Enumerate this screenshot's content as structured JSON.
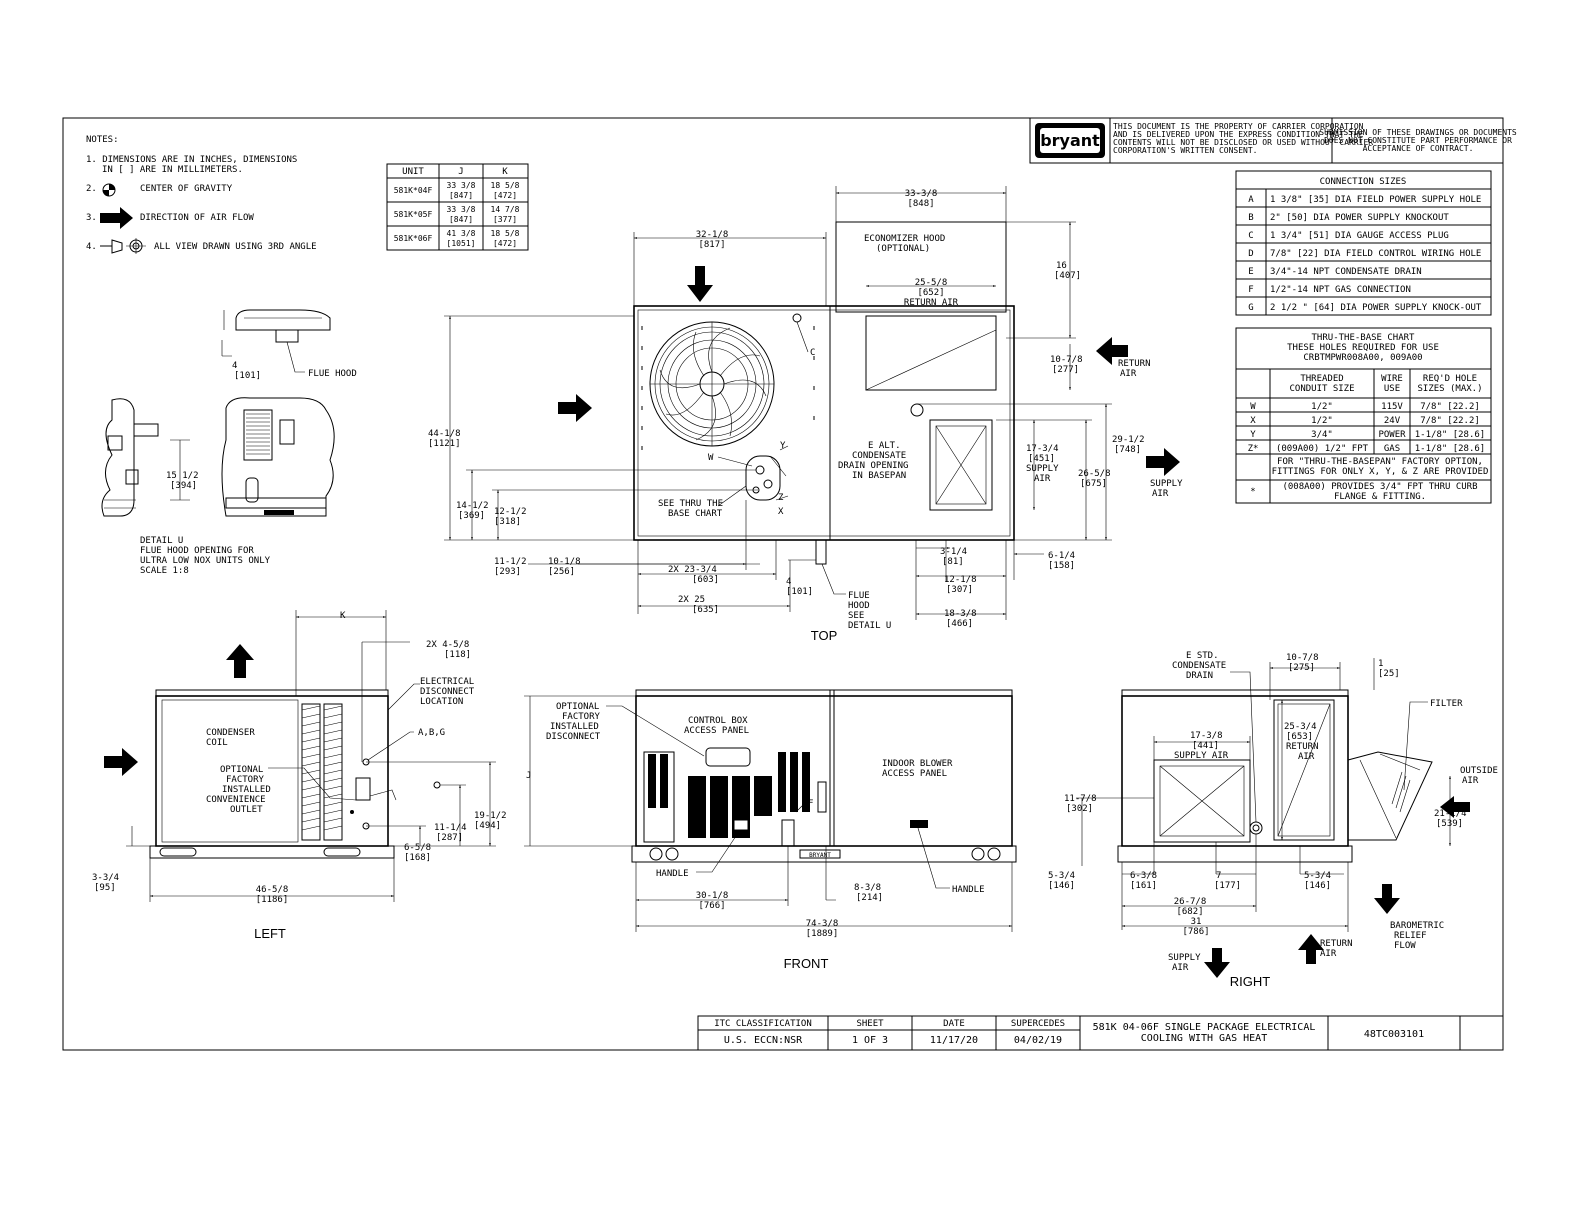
{
  "notes": {
    "heading": "NOTES:",
    "n1_line1": "1. DIMENSIONS ARE IN INCHES, DIMENSIONS",
    "n1_line2": "IN [  ] ARE IN MILLIMETERS.",
    "n2": "CENTER OF GRAVITY",
    "n3": "DIRECTION OF AIR FLOW",
    "n4": "ALL VIEW DRAWN USING 3RD ANGLE",
    "n2_num": "2.",
    "n3_num": "3.",
    "n4_num": "4."
  },
  "unit_table": {
    "headers": [
      "UNIT",
      "J",
      "K"
    ],
    "rows": [
      {
        "unit": "581K*04F",
        "j1": "33 3/8",
        "j2": "[847]",
        "k1": "18 5/8",
        "k2": "[472]"
      },
      {
        "unit": "581K*05F",
        "j1": "33 3/8",
        "j2": "[847]",
        "k1": "14 7/8",
        "k2": "[377]"
      },
      {
        "unit": "581K*06F",
        "j1": "41 3/8",
        "j2": "[1051]",
        "k1": "18 5/8",
        "k2": "[472]"
      }
    ]
  },
  "brand": {
    "logo_text": "bryant",
    "notice1": [
      "THIS DOCUMENT IS THE PROPERTY OF CARRIER CORPORATION",
      "AND IS DELIVERED UPON THE EXPRESS CONDITION THAT THE",
      "CONTENTS WILL NOT BE DISCLOSED OR USED WITHOUT CARRIER",
      "CORPORATION'S WRITTEN CONSENT."
    ],
    "notice2": [
      "SUBMISSION OF THESE DRAWINGS OR DOCUMENTS",
      "DOES NOT CONSTITUTE PART PERFORMANCE OR",
      "ACCEPTANCE OF CONTRACT."
    ]
  },
  "connection_sizes": {
    "title": "CONNECTION SIZES",
    "rows": [
      {
        "key": "A",
        "desc": "1 3/8\" [35] DIA FIELD POWER SUPPLY HOLE"
      },
      {
        "key": "B",
        "desc": "2\" [50] DIA POWER SUPPLY KNOCKOUT"
      },
      {
        "key": "C",
        "desc": "1 3/4\" [51] DIA GAUGE ACCESS PLUG"
      },
      {
        "key": "D",
        "desc": "7/8\" [22] DIA FIELD CONTROL WIRING HOLE"
      },
      {
        "key": "E",
        "desc": "3/4\"-14 NPT CONDENSATE DRAIN"
      },
      {
        "key": "F",
        "desc": "1/2\"-14 NPT GAS CONNECTION"
      },
      {
        "key": "G",
        "desc": "2 1/2 \" [64] DIA POWER SUPPLY KNOCK-OUT"
      }
    ]
  },
  "thru_base": {
    "title1": "THRU-THE-BASE CHART",
    "title2": "THESE HOLES REQUIRED FOR USE",
    "title3": "CRBTMPWR008A00, 009A00",
    "h_conduit1": "THREADED",
    "h_conduit2": "CONDUIT SIZE",
    "h_wire1": "WIRE",
    "h_wire2": "USE",
    "h_req1": "REQ'D HOLE",
    "h_req2": "SIZES (MAX.)",
    "rows": [
      {
        "key": "W",
        "conduit": "1/2\"",
        "use": "115V",
        "hole": "7/8\" [22.2]"
      },
      {
        "key": "X",
        "conduit": "1/2\"",
        "use": "24V",
        "hole": "7/8\" [22.2]"
      },
      {
        "key": "Y",
        "conduit": "3/4\"",
        "use": "POWER",
        "hole": "1-1/8\" [28.6]"
      },
      {
        "key": "Z*",
        "conduit": "(009A00) 1/2\" FPT",
        "use": "GAS",
        "hole": "1-1/8\" [28.6]"
      }
    ],
    "note1a": "FOR \"THRU-THE-BASEPAN\" FACTORY OPTION,",
    "note1b": "FITTINGS FOR ONLY X, Y, & Z ARE PROVIDED",
    "note2key": "*",
    "note2a": "(008A00) PROVIDES 3/4\" FPT THRU CURB",
    "note2b": "FLANGE & FITTING."
  },
  "views": {
    "top": "TOP",
    "left": "LEFT",
    "front": "FRONT",
    "right": "RIGHT"
  },
  "detail": {
    "flue_hood": "FLUE HOOD",
    "d4": "4",
    "d4mm": "[101]",
    "d15": "15 1/2",
    "d15mm": "[394]",
    "l1": "DETAIL U",
    "l2": "FLUE HOOD OPENING FOR",
    "l3": "ULTRA LOW NOX UNITS ONLY",
    "l4": "SCALE  1:8"
  },
  "top_view": {
    "d33": "33-3/8",
    "d33mm": "[848]",
    "d32": "32-1/8",
    "d32mm": "[817]",
    "econ1": "ECONOMIZER HOOD",
    "econ2": "(OPTIONAL)",
    "d25": "25-5/8",
    "d25mm": "[652]",
    "return_air": "RETURN AIR",
    "d16": "16",
    "d16mm": "[407]",
    "d10": "10-7/8",
    "d10mm": "[277]",
    "return1": "RETURN",
    "return2": "AIR",
    "d44": "44-1/8",
    "d44mm": "[1121]",
    "d29": "29-1/2",
    "d29mm": "[748]",
    "d17": "17-3/4",
    "d17mm": "[451]",
    "supply1": "SUPPLY",
    "supply2": "AIR",
    "d26": "26-5/8",
    "d26mm": "[675]",
    "supplyair1": "SUPPLY",
    "supplyair2": "AIR",
    "ealt1": "E ALT.",
    "ealt2": "CONDENSATE",
    "ealt3": "DRAIN OPENING",
    "ealt4": "IN BASEPAN",
    "see1": "SEE THRU THE",
    "see2": "BASE CHART",
    "d14": "14-1/2",
    "d14mm": "[369]",
    "d12": "12-1/2",
    "d12mm": "[318]",
    "d11": "11-1/2",
    "d11mm": "[293]",
    "d101": "10-1/8",
    "d101mm": "[256]",
    "d2x23": "2X 23-3/4",
    "d2x23mm": "[603]",
    "d2x25": "2X 25",
    "d2x25mm": "[635]",
    "d4": "4",
    "d4mm": "[101]",
    "flue1": "FLUE",
    "flue2": "HOOD",
    "flue3": "SEE",
    "flue4": "DETAIL U",
    "d3": "3-1/4",
    "d3mm": "[81]",
    "d121": "12-1/8",
    "d121mm": "[307]",
    "d18": "18-3/8",
    "d18mm": "[466]",
    "d6": "6-1/4",
    "d6mm": "[158]",
    "c": "C",
    "w": "W",
    "y": "Y",
    "z": "Z",
    "x": "X"
  },
  "left_view": {
    "k": "K",
    "d2x4": "2X 4-5/8",
    "d2x4mm": "[118]",
    "elec1": "ELECTRICAL",
    "elec2": "DISCONNECT",
    "elec3": "LOCATION",
    "abg": "A,B,G",
    "cond1": "CONDENSER",
    "cond2": "COIL",
    "opt1": "OPTIONAL",
    "opt2": "FACTORY",
    "opt3": "INSTALLED",
    "opt4": "CONVENIENCE",
    "opt5": "OUTLET",
    "d19": "19-1/2",
    "d19mm": "[494]",
    "d11": "11-1/4",
    "d11mm": "[287]",
    "d6": "6-5/8",
    "d6mm": "[168]",
    "d3": "3-3/4",
    "d3mm": "[95]",
    "d46": "46-5/8",
    "d46mm": "[1186]"
  },
  "front_view": {
    "opt1": "OPTIONAL",
    "opt2": "FACTORY",
    "opt3": "INSTALLED",
    "opt4": "DISCONNECT",
    "cb1": "CONTROL BOX",
    "cb2": "ACCESS PANEL",
    "ib1": "INDOOR BLOWER",
    "ib2": "ACCESS PANEL",
    "j": "J",
    "f": "F",
    "handle": "HANDLE",
    "d30": "30-1/8",
    "d30mm": "[766]",
    "d8": "8-3/8",
    "d8mm": "[214]",
    "d74": "74-3/8",
    "d74mm": "[1889]",
    "badge": "BRYANT"
  },
  "right_view": {
    "estd1": "E STD.",
    "estd2": "CONDENSATE",
    "estd3": "DRAIN",
    "d10": "10-7/8",
    "d10mm": "[275]",
    "d1": "1",
    "d1mm": "[25]",
    "filter": "FILTER",
    "d17": "17-3/8",
    "d17mm": "[441]",
    "supply": "SUPPLY AIR",
    "d25": "25-3/4",
    "d25mm": "[653]",
    "ret1": "RETURN",
    "ret2": "AIR",
    "outside1": "OUTSIDE",
    "outside2": "AIR",
    "d21": "21-1/4",
    "d21mm": "[539]",
    "d11": "11-7/8",
    "d11mm": "[302]",
    "d5a": "5-3/4",
    "d5amm": "[146]",
    "d6": "6-3/8",
    "d6mm": "[161]",
    "d7": "7",
    "d7mm": "[177]",
    "d5b": "5-3/4",
    "d5bmm": "[146]",
    "d26": "26-7/8",
    "d26mm": "[682]",
    "d31": "31",
    "d31mm": "[786]",
    "sup1": "SUPPLY",
    "sup2": "AIR",
    "rt1": "RETURN",
    "rt2": "AIR",
    "baro1": "BAROMETRIC",
    "baro2": "RELIEF",
    "baro3": "FLOW"
  },
  "title_block": {
    "itc_h": "ITC CLASSIFICATION",
    "itc_v": "U.S. ECCN:NSR",
    "sheet_h": "SHEET",
    "sheet_v": "1 OF 3",
    "date_h": "DATE",
    "date_v": "11/17/20",
    "sup_h": "SUPERCEDES",
    "sup_v": "04/02/19",
    "desc1": "581K 04-06F SINGLE PACKAGE ELECTRICAL",
    "desc2": "COOLING WITH GAS HEAT",
    "dwg": "48TC003101"
  }
}
